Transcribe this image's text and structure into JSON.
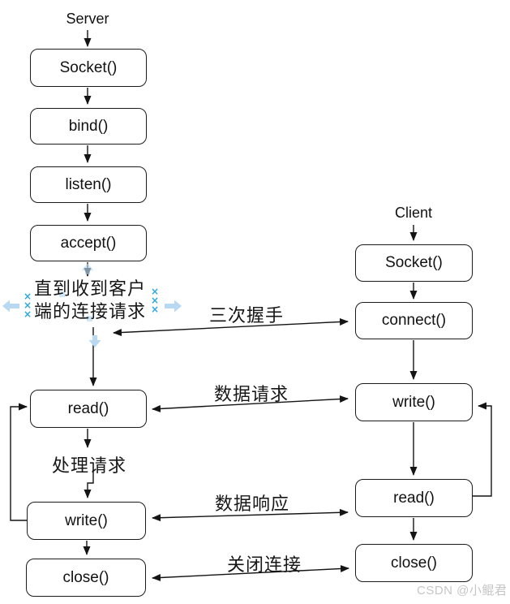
{
  "server": {
    "title": "Server",
    "boxes": [
      {
        "label": "Socket()"
      },
      {
        "label": "bind()"
      },
      {
        "label": "listen()"
      },
      {
        "label": "accept()"
      },
      {
        "label": "read()"
      },
      {
        "label": "write()"
      },
      {
        "label": "close()"
      }
    ],
    "wait_note": {
      "line1": "直到收到客户",
      "line2": "端的连接请求"
    },
    "process_note": "处理请求"
  },
  "client": {
    "title": "Client",
    "boxes": [
      {
        "label": "Socket()"
      },
      {
        "label": "connect()"
      },
      {
        "label": "write()"
      },
      {
        "label": "read()"
      },
      {
        "label": "close()"
      }
    ]
  },
  "connections": {
    "handshake_label": "三次握手",
    "data_request_label": "数据请求",
    "data_response_label": "数据响应",
    "close_label": "关闭连接"
  },
  "selection": {
    "handle_glyph": "×"
  },
  "watermark": "CSDN @小鲲君",
  "colors": {
    "line": "#141414",
    "selection_handle": "#2aa7e0",
    "selection_arrow": "#b8d9f1",
    "watermark": "#c6c6c6"
  }
}
